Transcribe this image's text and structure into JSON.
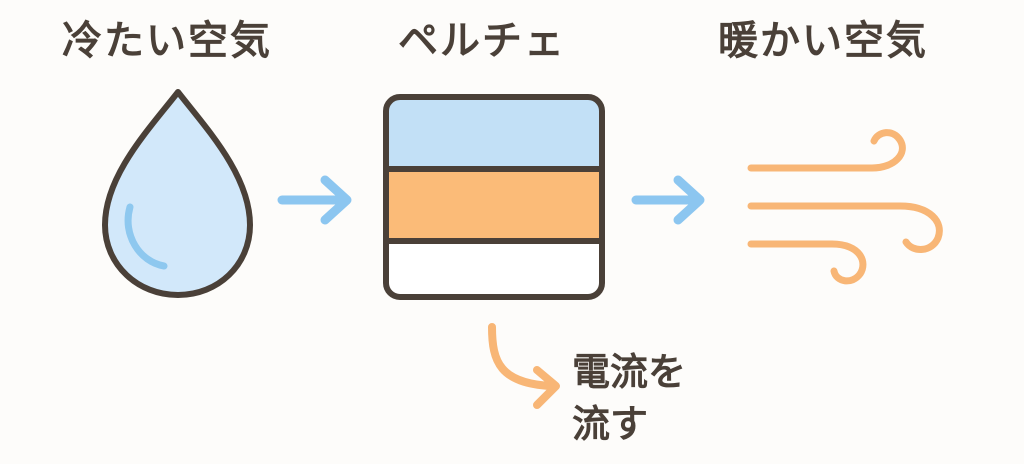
{
  "titles": {
    "cold": "冷たい空気",
    "peltier": "ペルチェ",
    "warm": "暖かい空気"
  },
  "note": {
    "line1": "電流を",
    "line2": "流す"
  },
  "colors": {
    "outline": "#4a4038",
    "water": "#d2e8fa",
    "water_highlight": "#8ec8ef",
    "arrow_blue": "#8cc6f0",
    "cold_plate": "#c2e0f6",
    "hot_plate": "#fbbb78",
    "base_plate": "#ffffff",
    "wind": "#f8b676",
    "current_arrow": "#f8b676"
  },
  "icons": [
    "water-drop-icon",
    "arrow-right-icon",
    "peltier-module-icon",
    "wind-icon",
    "curved-arrow-icon"
  ]
}
